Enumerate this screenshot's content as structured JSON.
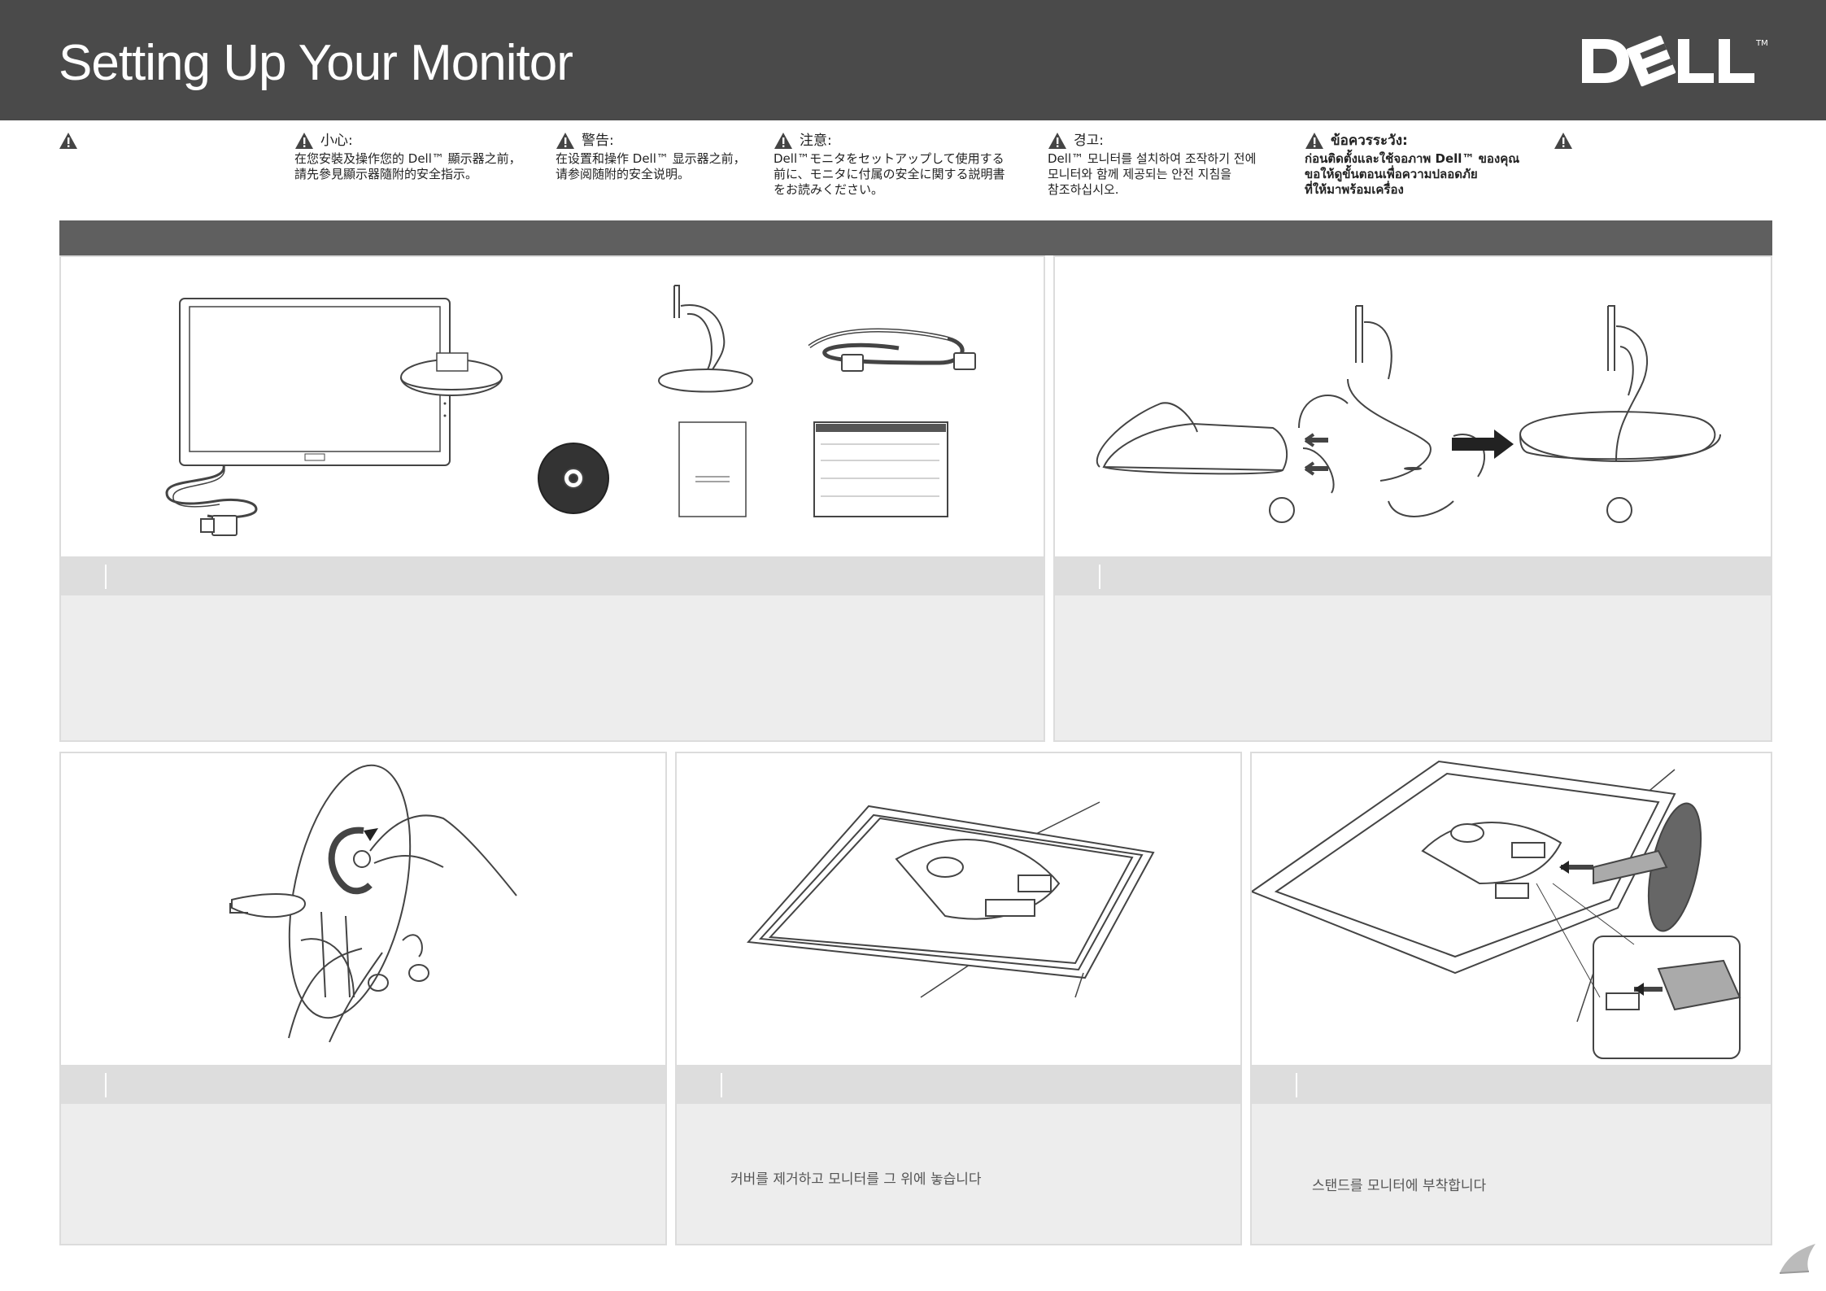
{
  "header": {
    "title": "Setting Up Your Monitor",
    "brand": "DELL"
  },
  "cautions": [
    {
      "title": "",
      "lines": []
    },
    {
      "title": "小心:",
      "lines": [
        "在您安裝及操作您的 Dell™ 顯示器之前，",
        "請先參見顯示器隨附的安全指示。"
      ]
    },
    {
      "title": "警告:",
      "lines": [
        "在设置和操作 Dell™ 显示器之前，",
        "请参阅随附的安全说明。"
      ]
    },
    {
      "title": "注意:",
      "lines": [
        "Dell™モニタをセットアップして使用する",
        "前に、モニタに付属の安全に関する説明書",
        "をお読みください。"
      ]
    },
    {
      "title": "경고:",
      "lines": [
        "Dell™ 모니터를 설치하여 조작하기 전에",
        "모니터와 함께 제공되는 안전 지침을",
        "참조하십시오."
      ]
    },
    {
      "title": "ข้อควรระวัง:",
      "lines": [
        "ก่อนติดตั้งและใช้จอภาพ Dell™ ของคุณ",
        "ขอให้ดูขั้นตอนเพื่อความปลอดภัย",
        "ที่ให้มาพร้อมเครื่อง"
      ]
    },
    {
      "title": "",
      "lines": []
    }
  ],
  "steps": {
    "step4_text": "커버를 제거하고 모니터를 그 위에 놓습니다",
    "step5_text": "스탠드를 모니터에 부착합니다"
  },
  "colors": {
    "header": "#4a4a4a",
    "band": "#5f5f5f",
    "panel": "#ededed",
    "strip": "#dddddd"
  },
  "icons": [
    "warning-icon",
    "dell-logo",
    "arrow-icon",
    "page-curl-icon"
  ]
}
